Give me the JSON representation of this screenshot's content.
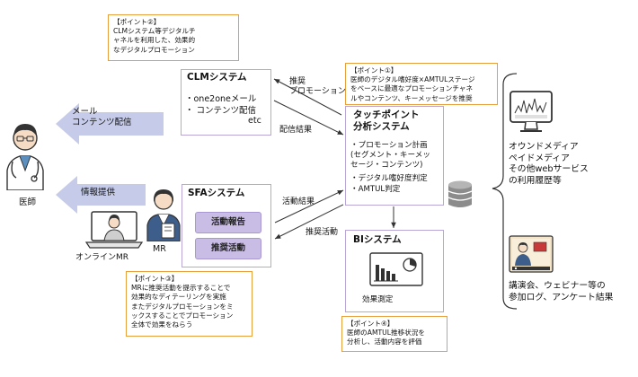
{
  "notes": {
    "point2": {
      "title": "【ポイント②】",
      "body": "CLMシステム等デジタルチ\nャネルを利用した、効果的\nなデジタルプロモーション"
    },
    "point1": {
      "title": "【ポイント①】",
      "body": "医師のデジタル嗜好度×AMTULステージ\nをベースに最適なプロモーションチャネ\nルやコンテンツ、キーメッセージを推奨"
    },
    "point3": {
      "title": "【ポイント③】",
      "body": "MRに推奨活動を提示することで\n効果的なディテーリングを実施\nまたデジタルプロモーションをミ\nックスすることでプロモーション\n全体で効果をねらう"
    },
    "point4": {
      "title": "【ポイント④】",
      "body": "医師のAMTUL推移状況を\n分析し、活動内容を評価"
    }
  },
  "clm": {
    "title": "CLMシステム",
    "items": [
      "・one2oneメール",
      "・ コンテンツ配信",
      "etc"
    ]
  },
  "touchpoint": {
    "title": "タッチポイント\n分析システム",
    "items": [
      "・プロモーション計画\n(セグメント・キーメッ\nセージ・コンテンツ)",
      "・デジタル嗜好度判定",
      "・AMTUL判定"
    ]
  },
  "sfa": {
    "title": "SFAシステム",
    "buttons": [
      "活動報告",
      "推奨活動"
    ]
  },
  "bi": {
    "title": "BIシステム",
    "caption": "効果測定"
  },
  "arrows": {
    "recommend_promo": "推奨\nプロモーション",
    "delivery_result": "配信結果",
    "activity_result": "活動結果",
    "recommend_activity": "推奨活動",
    "mail_content": "メール\nコンテンツ配信",
    "info_provide": "情報提供"
  },
  "people": {
    "doctor": "医師",
    "online_mr": "オンラインMR",
    "mr": "MR"
  },
  "right": {
    "media": "オウンドメディア\nペイドメディア\nその他webサービス\nの利用履歴等",
    "events": "講演会、ウェビナー等の\n参加ログ、アンケート結果"
  },
  "colors": {
    "orange": "#e8a03c",
    "purple_border": "#b7a6d6",
    "pill": "#c9bde6",
    "arrow_fill": "#c5cbe8",
    "dark": "#333333"
  }
}
